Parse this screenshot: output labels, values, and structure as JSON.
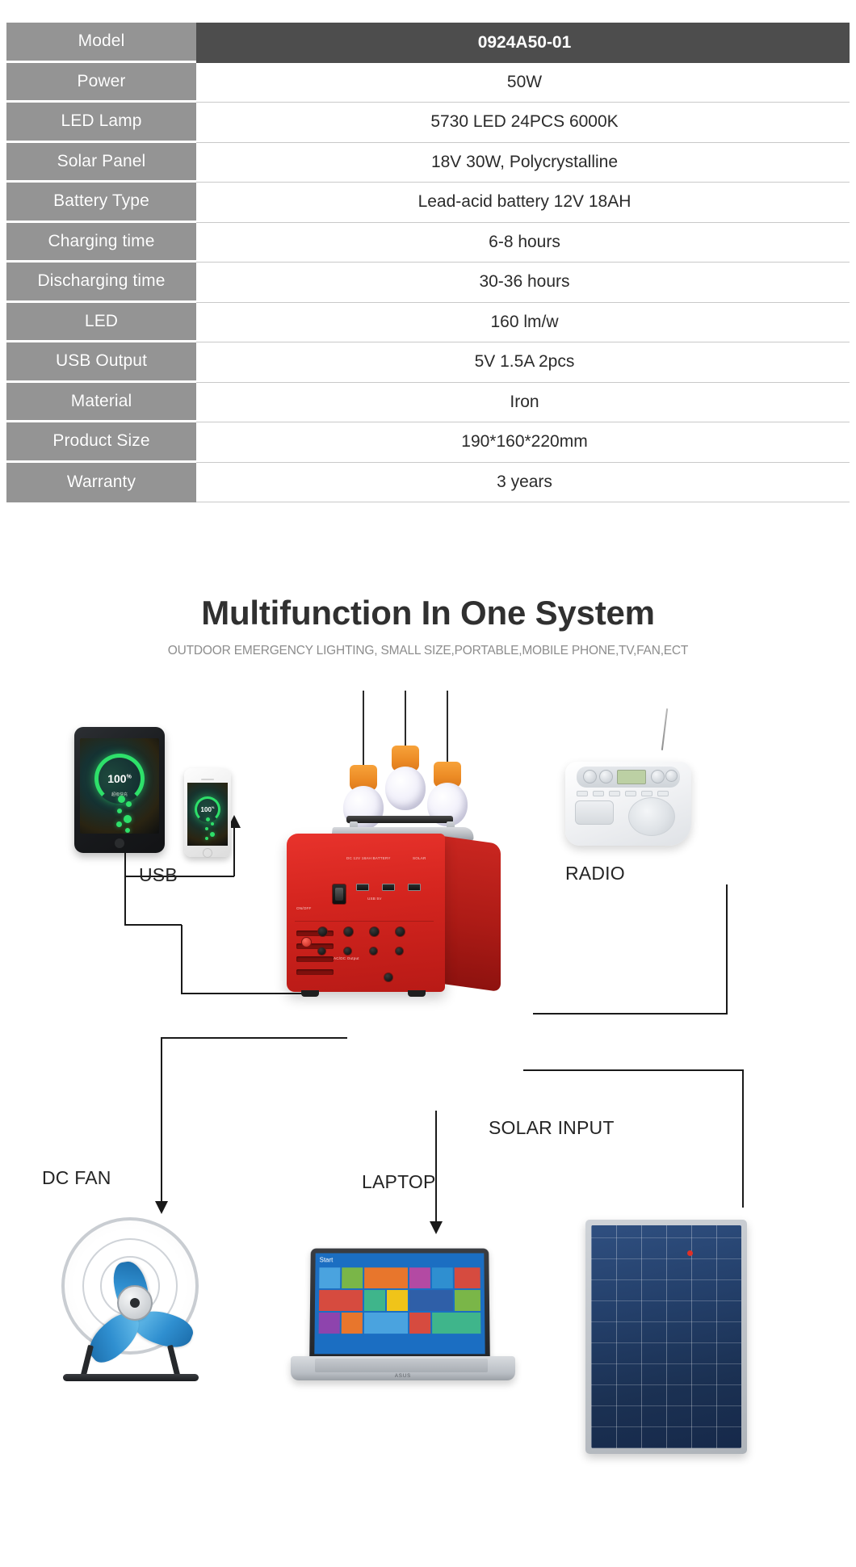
{
  "spec_table": {
    "rows": [
      {
        "label": "Model",
        "value": "0924A50-01"
      },
      {
        "label": "Power",
        "value": "50W"
      },
      {
        "label": "LED Lamp",
        "value": "5730 LED 24PCS 6000K"
      },
      {
        "label": "Solar Panel",
        "value": "18V 30W, Polycrystalline"
      },
      {
        "label": "Battery Type",
        "value": "Lead-acid battery 12V 18AH"
      },
      {
        "label": "Charging time",
        "value": "6-8 hours"
      },
      {
        "label": "Discharging time",
        "value": "30-36 hours"
      },
      {
        "label": "LED",
        "value": "160 lm/w"
      },
      {
        "label": "USB Output",
        "value": "5V 1.5A 2pcs"
      },
      {
        "label": "Material",
        "value": "Iron"
      },
      {
        "label": "Product Size",
        "value": "190*160*220mm"
      },
      {
        "label": "Warranty",
        "value": "3 years"
      }
    ],
    "label_bg": "#949494",
    "model_value_bg": "#4d4d4d"
  },
  "headline": {
    "title": "Multifunction In One System",
    "subtitle": "OUTDOOR EMERGENCY LIGHTING, SMALL SIZE,PORTABLE,MOBILE PHONE,TV,FAN,ECT"
  },
  "diagram": {
    "labels": {
      "usb": "USB",
      "lamp": "LAMP",
      "radio": "RADIO",
      "dc_fan": "DC FAN",
      "laptop": "LAPTOP",
      "solar_input": "SOLAR INPUT"
    },
    "devices": {
      "tablet_charge": "100",
      "tablet_charge_unit": "%",
      "tablet_charge_sub": "超级快充",
      "phone_charge": "100",
      "phone_charge_unit": "%",
      "laptop_start": "Start",
      "laptop_brand": "ASUS"
    },
    "station_panel": {
      "battery_label": "DC 12V 18AH BATTERY",
      "solar_label": "SOLAR",
      "usb_label": "USB 5V",
      "ac_label": "AC/DC Output",
      "switch_label": "ON/OFF"
    },
    "colors": {
      "station_red": "#d5251f",
      "charge_green": "#2ee06a",
      "bulb_orange": "#ec8b25",
      "solar_blue": "#24406b",
      "fan_blue": "#2f8fd0"
    }
  }
}
